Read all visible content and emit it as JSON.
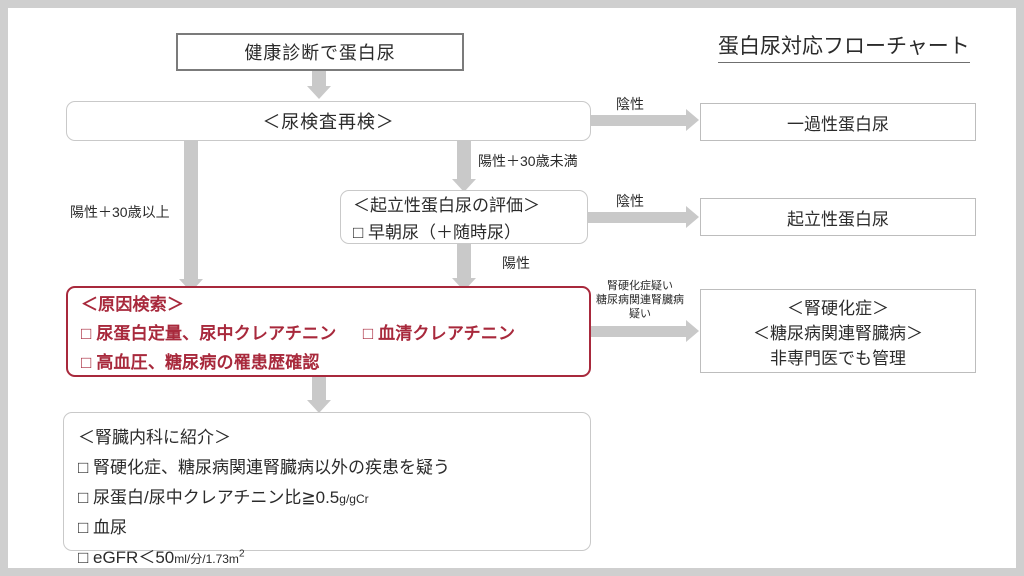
{
  "title": "蛋白尿対応フローチャート",
  "colors": {
    "accent_red": "#a8293c",
    "arrow_gray": "#c9c9c9",
    "frame_gray": "#cfcfcf",
    "box_border_dark": "#7b7b7b",
    "text": "#2b2b2b"
  },
  "nodes": {
    "screening": {
      "label": "健康診断で蛋白尿"
    },
    "urine_retest": {
      "label": "＜尿検査再検＞"
    },
    "orthostatic_eval": {
      "heading": "＜起立性蛋白尿の評価＞",
      "items": [
        "□ 早朝尿（＋随時尿）"
      ]
    },
    "transient": {
      "label": "一過性蛋白尿"
    },
    "orthostatic": {
      "label": "起立性蛋白尿"
    },
    "cause_search": {
      "heading": "＜原因検索＞",
      "line2_a": "□ 尿蛋白定量、尿中クレアチニン",
      "line2_b": "□ 血清クレアチニン",
      "line3": "□ 高血圧、糖尿病の罹患歴確認"
    },
    "nonspecialist": {
      "line1": "＜腎硬化症＞",
      "line2": "＜糖尿病関連腎臓病＞",
      "line3": "非専門医でも管理"
    },
    "referral": {
      "heading": "＜腎臓内科に紹介＞",
      "item1": "□ 腎硬化症、糖尿病関連腎臓病以外の疾患を疑う",
      "item2_main": "□ 尿蛋白/尿中クレアチニン比≧0.5",
      "item2_unit": "g/gCr",
      "item3": "□ 血尿",
      "item4_main": "□ eGFR＜50",
      "item4_unit": "ml/分/1.73m",
      "item4_sup": "2"
    }
  },
  "edges": {
    "retest_negative": "陰性",
    "retest_positive_under30": "陽性＋30歳未満",
    "retest_positive_over30": "陽性＋30歳以上",
    "ortho_negative": "陰性",
    "ortho_positive": "陽性",
    "suspect_l1": "腎硬化症疑い",
    "suspect_l2": "糖尿病関連腎臓病",
    "suspect_l3": "疑い"
  }
}
